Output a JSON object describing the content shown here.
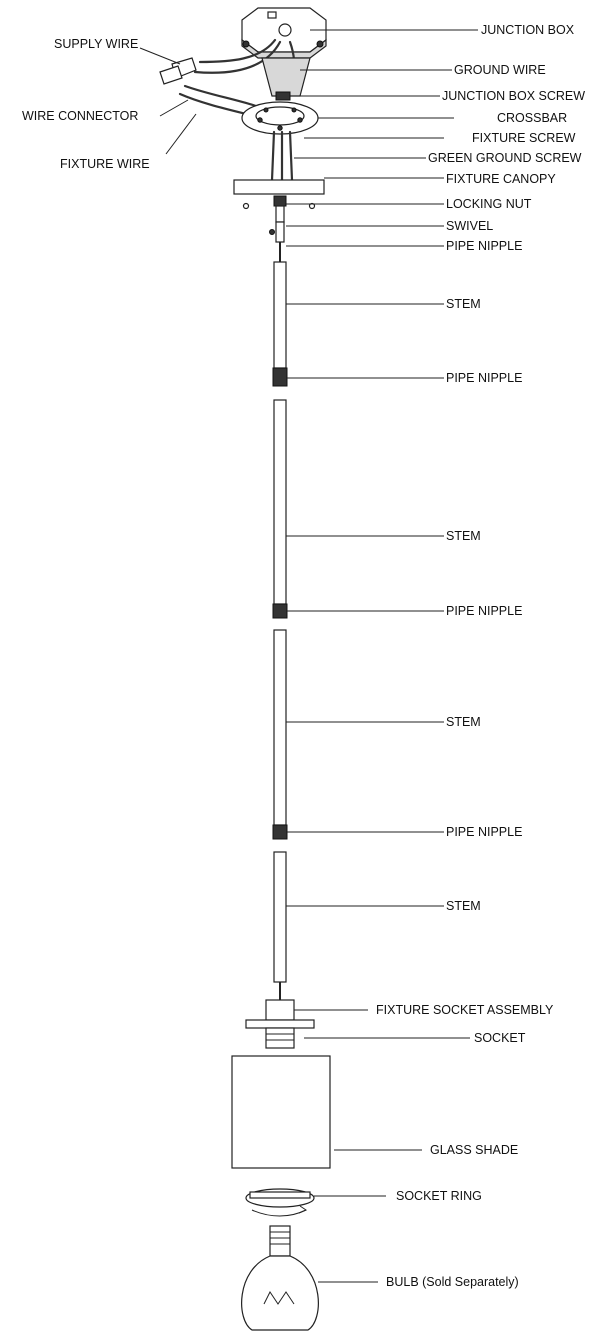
{
  "labels": {
    "junction_box": "JUNCTION BOX",
    "supply_wire": "SUPPLY WIRE",
    "ground_wire": "GROUND WIRE",
    "junction_box_screw": "JUNCTION BOX SCREW",
    "wire_connector": "WIRE CONNECTOR",
    "crossbar": "CROSSBAR",
    "fixture_screw": "FIXTURE SCREW",
    "fixture_wire": "FIXTURE WIRE",
    "green_ground_screw": "GREEN GROUND SCREW",
    "fixture_canopy": "FIXTURE CANOPY",
    "locking_nut": "LOCKING NUT",
    "swivel": "SWIVEL",
    "pipe_nipple_1": "PIPE NIPPLE",
    "stem_1": "STEM",
    "pipe_nipple_2": "PIPE NIPPLE",
    "stem_2": "STEM",
    "pipe_nipple_3": "PIPE NIPPLE",
    "stem_3": "STEM",
    "pipe_nipple_4": "PIPE NIPPLE",
    "stem_4": "STEM",
    "fixture_socket_assembly": "FIXTURE SOCKET ASSEMBLY",
    "socket": "SOCKET",
    "glass_shade": "GLASS SHADE",
    "socket_ring": "SOCKET RING",
    "bulb": "BULB (Sold Separately)"
  }
}
